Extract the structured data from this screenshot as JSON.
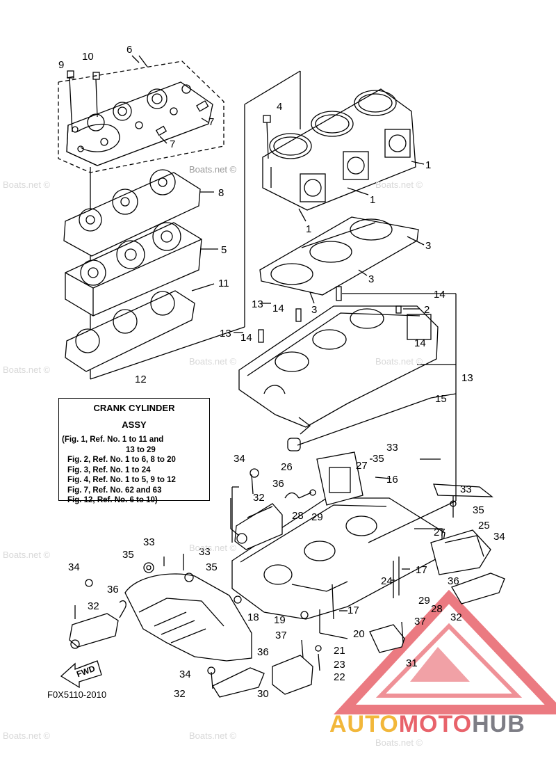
{
  "diagram_code": "F0X5110-2010",
  "brand": {
    "part1": "AUTO",
    "part2": "MOTO",
    "part3": "HUB"
  },
  "watermark_text": "Boats.net ©",
  "legend": {
    "title_line1": "CRANK CYLINDER",
    "title_line2": "ASSY",
    "lines": [
      "(Fig. 1, Ref. No. 1 to 11 and",
      "13 to 29",
      "Fig. 2, Ref. No. 1 to 6, 8 to 20",
      "Fig. 3, Ref. No. 1 to 24",
      "Fig. 4, Ref. No. 1 to 5, 9 to 12",
      "Fig. 7, Ref. No. 62 and 63",
      "Fig. 12, Ref. No. 6 to 10)"
    ]
  },
  "fwd_label": "FWD",
  "callouts": [
    "9",
    "10",
    "6",
    "7",
    "7",
    "4",
    "1",
    "1",
    "1",
    "8",
    "3",
    "3",
    "3",
    "5",
    "11",
    "13",
    "14",
    "14",
    "14",
    "2",
    "13",
    "14",
    "13",
    "12",
    "15",
    "33",
    "35",
    "34",
    "26",
    "27",
    "16",
    "36",
    "32",
    "28",
    "29",
    "33",
    "35",
    "25",
    "34",
    "27",
    "17",
    "24",
    "36",
    "29",
    "28",
    "32",
    "33",
    "33",
    "35",
    "35",
    "34",
    "36",
    "32",
    "18",
    "19",
    "17",
    "20",
    "37",
    "37",
    "21",
    "23",
    "22",
    "31",
    "36",
    "34",
    "32",
    "30"
  ]
}
